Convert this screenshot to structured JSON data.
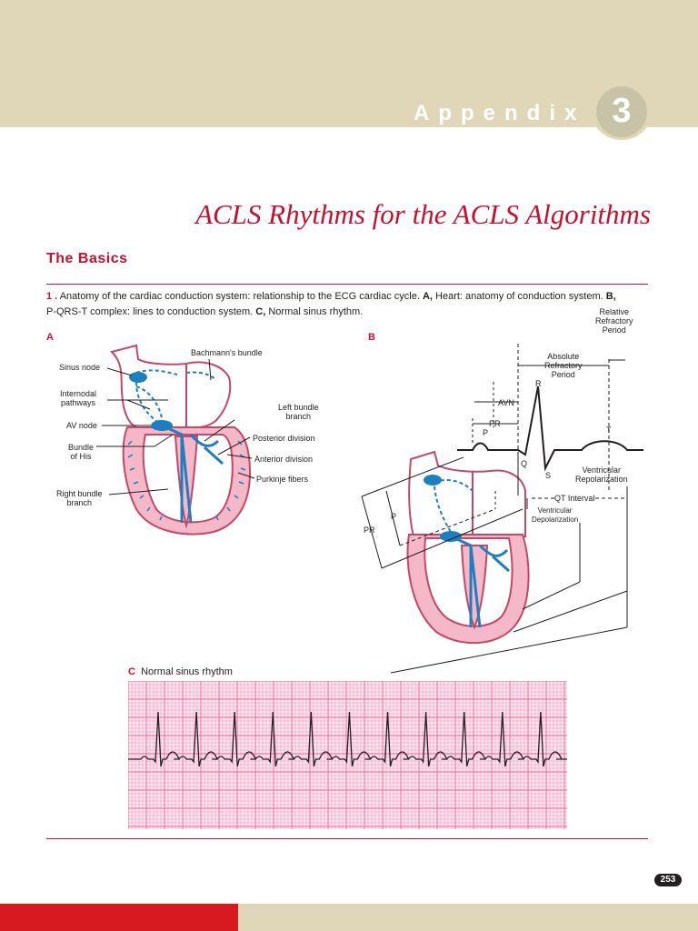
{
  "header": {
    "appendix_label": "Appendix",
    "appendix_number": "3"
  },
  "title": "ACLS Rhythms for the ACLS Algorithms",
  "section_title": "The Basics",
  "caption": {
    "number": "1 .",
    "text_1": "Anatomy of the cardiac conduction system: relationship to the ECG cardiac cycle.",
    "a_label": "A,",
    "a_text": "Heart: anatomy of conduction system.",
    "b_label": "B,",
    "b_text": "P-QRS-T complex: lines to conduction system.",
    "c_label": "C,",
    "c_text": "Normal sinus rhythm."
  },
  "panel_a": {
    "label": "A",
    "labels": {
      "sinus_node": "Sinus node",
      "bachmann": "Bachmann's bundle",
      "internodal": "Internodal\npathways",
      "av_node": "AV node",
      "bundle_his": "Bundle\nof His",
      "left_bundle": "Left bundle\nbranch",
      "posterior": "Posterior division",
      "anterior": "Anterior division",
      "purkinje": "Purkinje fibers",
      "right_bundle": "Right bundle\nbranch"
    }
  },
  "panel_b": {
    "label": "B",
    "labels": {
      "relative": "Relative\nRefractory\nPeriod",
      "absolute": "Absolute\nRefractory\nPeriod",
      "r": "R",
      "avn": "AVN",
      "pr_top": "PR",
      "p_top": "P",
      "t": "T",
      "q": "Q",
      "s": "S",
      "vent_repol": "Ventricular\nRepolarization",
      "qt": "QT Interval",
      "vent_depol": "Ventricular\nDepolarization",
      "p_left": "P",
      "pr_left": "PR"
    }
  },
  "panel_c": {
    "label": "C",
    "text": "Normal sinus rhythm",
    "beat_count": 11
  },
  "page_number": "253",
  "colors": {
    "accent_red": "#c8102e",
    "band_tan": "#e0d7b9",
    "heart_pink": "#f4b8c8",
    "conduction_blue": "#1e7fc0",
    "grid_pink": "#e8679a"
  }
}
